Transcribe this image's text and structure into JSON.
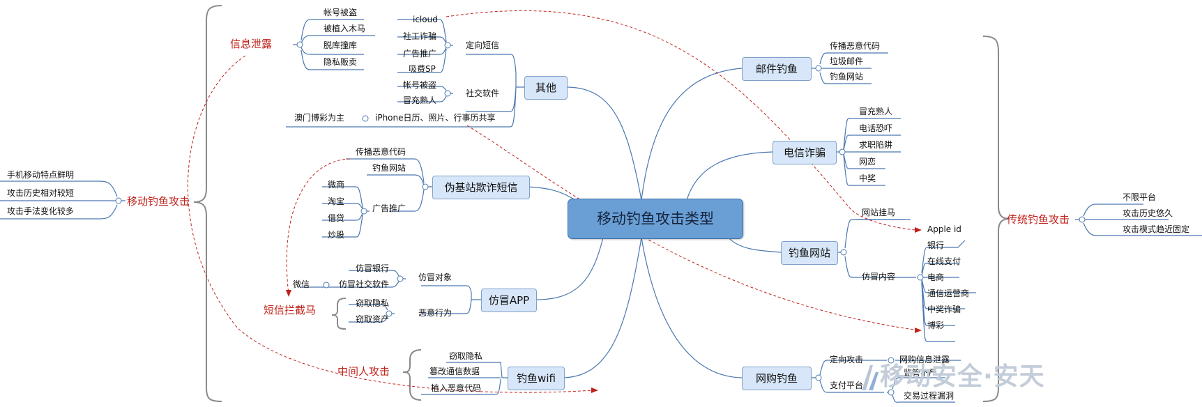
{
  "center": "移动钓鱼攻击类型",
  "nodes": {
    "email": "邮件钓鱼",
    "telecom": "电信诈骗",
    "phishsite": "钓鱼网站",
    "shopping": "网购钓鱼",
    "wifi": "钓鱼wifi",
    "fakeapp": "仿冒APP",
    "fakebase": "伪基站欺诈短信",
    "other": "其他"
  },
  "email_items": [
    "传播恶意代码",
    "垃圾邮件",
    "钓鱼网站"
  ],
  "telecom_items": [
    "冒充熟人",
    "电话恐吓",
    "求职陷阱",
    "网恋",
    "中奖"
  ],
  "phishsite": {
    "hang": "网站挂马",
    "fake_content": "仿冒内容",
    "items": [
      "Apple id",
      "银行",
      "在线支付",
      "电商",
      "通信运营商",
      "中奖诈骗",
      "博彩"
    ]
  },
  "shopping": {
    "targeted": "定向攻击",
    "targeted_leaf": "网购信息泄露",
    "payment": "支付平台",
    "payment_items": [
      "监管不严",
      "交易过程漏洞"
    ]
  },
  "traditional": {
    "label": "传统钓鱼攻击",
    "items": [
      "不限平台",
      "攻击历史悠久",
      "攻击模式趋近固定"
    ]
  },
  "mobile": {
    "label": "移动钓鱼攻击",
    "items": [
      "手机移动特点鲜明",
      "攻击历史相对较短",
      "攻击手法变化较多"
    ]
  },
  "info_leak": {
    "label": "信息泄露",
    "items": [
      "帐号被盗",
      "被植入木马",
      "脱库撞库",
      "隐私贩卖"
    ]
  },
  "sms_intercept": "短信拦截马",
  "mitm": "中间人攻击",
  "wifi_items": [
    "窃取隐私",
    "篡改通信数据",
    "植入恶意代码"
  ],
  "fakeapp": {
    "target": "仿冒对象",
    "target_items": [
      "仿冒银行",
      "仿冒社交软件"
    ],
    "wechat": "微信",
    "behavior": "恶意行为",
    "behavior_items": [
      "窃取隐私",
      "窃取资产"
    ]
  },
  "fakebase": {
    "items": [
      "传播恶意代码",
      "钓鱼网站"
    ],
    "ad": "广告推广",
    "ad_items": [
      "微商",
      "淘宝",
      "借贷",
      "炒股"
    ]
  },
  "other": {
    "sms": "定向短信",
    "sms_items": [
      "icloud",
      "社工诈骗",
      "广告推广",
      "吸费SP"
    ],
    "social": "社交软件",
    "social_items": [
      "帐号被盗",
      "冒充熟人"
    ],
    "macau": "澳门博彩为主",
    "iphone": "iPhone日历、照片、行事历共享"
  },
  "watermark": "移动安全·安天",
  "colors": {
    "line": "#4a78b0",
    "center_fill": "#6a9fd6",
    "node_fill": "#d7e6f8",
    "red": "#c0221b",
    "brace": "#8a8a8a"
  }
}
